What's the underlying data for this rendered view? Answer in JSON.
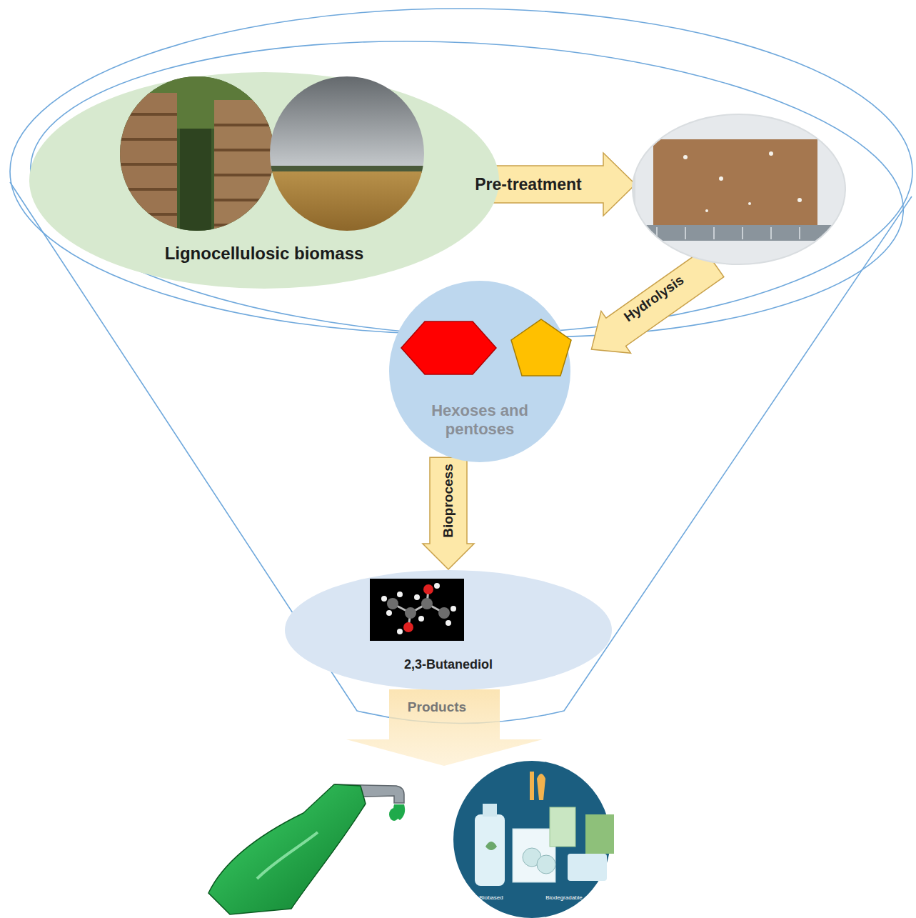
{
  "diagram": {
    "nodes": [
      {
        "text": [
          "Lignocellulosic biomass"
        ]
      },
      {
        "text": [
          "Hexoses and pentoses"
        ]
      },
      {
        "text": [
          "2,3-Butanediol"
        ]
      }
    ],
    "edges": [
      {
        "from": 1,
        "to": 2,
        "label": "Bioprocess",
        "arrow": "to"
      }
    ],
    "labels": [
      "Pre-treatment",
      "Hydrolysis",
      "Products",
      "Biobased",
      "Biodegradable"
    ]
  }
}
